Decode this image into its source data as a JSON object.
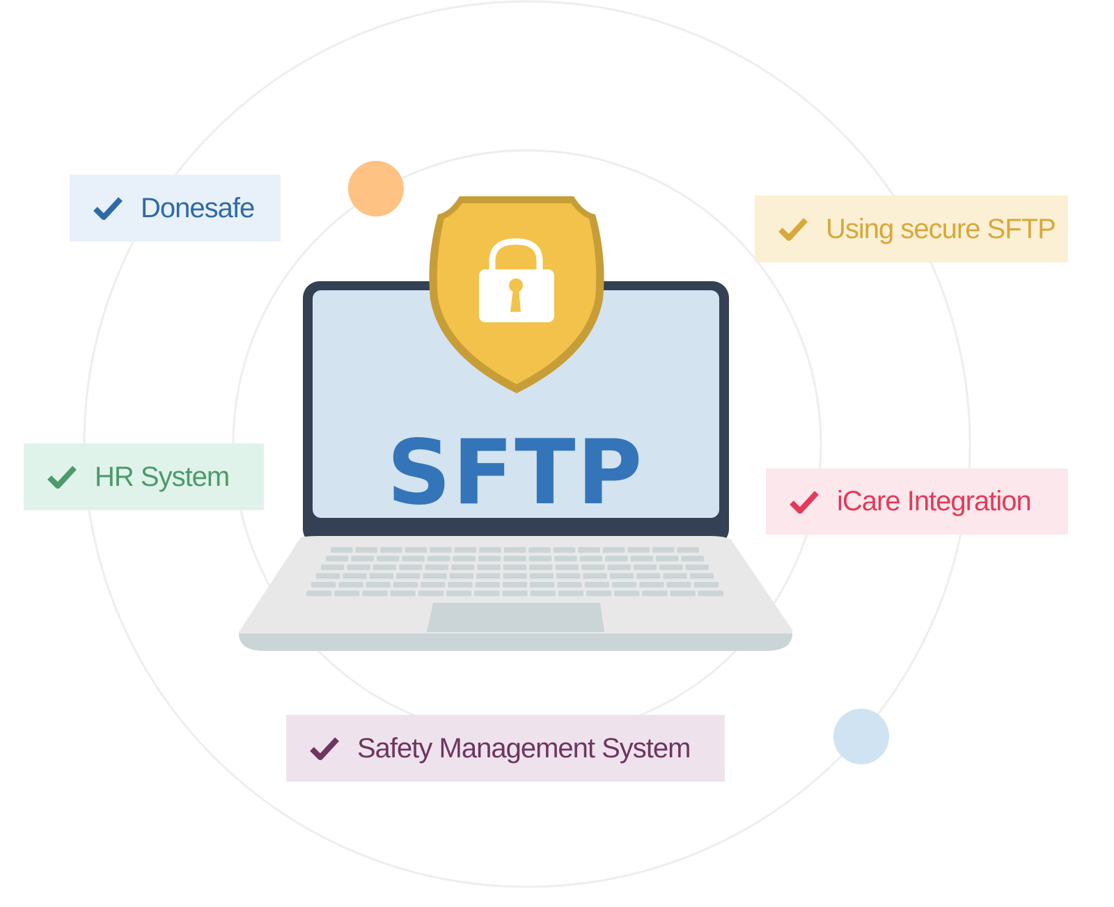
{
  "screen_text": "SFTP",
  "colors": {
    "ring": "#eeeeee",
    "laptop_frame": "#344154",
    "screen": "#d3e3ef",
    "sftp_text": "#3475b9",
    "shield_fill": "#f2c24a",
    "shield_border": "#c69d37",
    "deck": "#e8e8e8",
    "keys": "#cbd4d7",
    "orange_dot": "#fec283",
    "blue_dot": "#cfe3f2"
  },
  "tags": [
    {
      "label": "Donesafe",
      "icon": "check-icon",
      "color": "#2e6aa8",
      "bg": "#e8f1f9"
    },
    {
      "label": "Using secure SFTP",
      "icon": "check-icon",
      "color": "#d7a83a",
      "bg": "#fbf0d4"
    },
    {
      "label": "HR System",
      "icon": "check-icon",
      "color": "#4c9a6c",
      "bg": "#e0f3ea"
    },
    {
      "label": "iCare Integration",
      "icon": "check-icon",
      "color": "#e33a59",
      "bg": "#fbe7ec"
    },
    {
      "label": "Safety Management System",
      "icon": "check-icon",
      "color": "#6e3560",
      "bg": "#eee3ec"
    }
  ]
}
